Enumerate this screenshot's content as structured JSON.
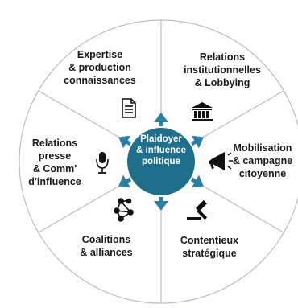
{
  "center": {
    "lines": [
      "Plaidoyer",
      "& influence",
      "politique"
    ]
  },
  "segments": [
    {
      "lines": [
        "Expertise",
        "& production",
        "connaissances"
      ],
      "icon": "document-icon"
    },
    {
      "lines": [
        "Relations",
        "institutionnelles",
        "& Lobbying"
      ],
      "icon": "institution-icon"
    },
    {
      "lines": [
        "Mobilisation",
        "& campagne",
        "citoyenne"
      ],
      "icon": "megaphone-icon"
    },
    {
      "lines": [
        "Contentieux",
        "stratégique"
      ],
      "icon": "gavel-icon"
    },
    {
      "lines": [
        "Coalitions",
        "& alliances"
      ],
      "icon": "network-icon"
    },
    {
      "lines": [
        "Relations",
        "presse",
        "& Comm'",
        "d'influence"
      ],
      "icon": "microphone-icon"
    }
  ],
  "colors": {
    "hub": "#1f6f8b",
    "arrows": "#2a7fa3",
    "outline": "#b9bec6",
    "icons": "#111111"
  }
}
